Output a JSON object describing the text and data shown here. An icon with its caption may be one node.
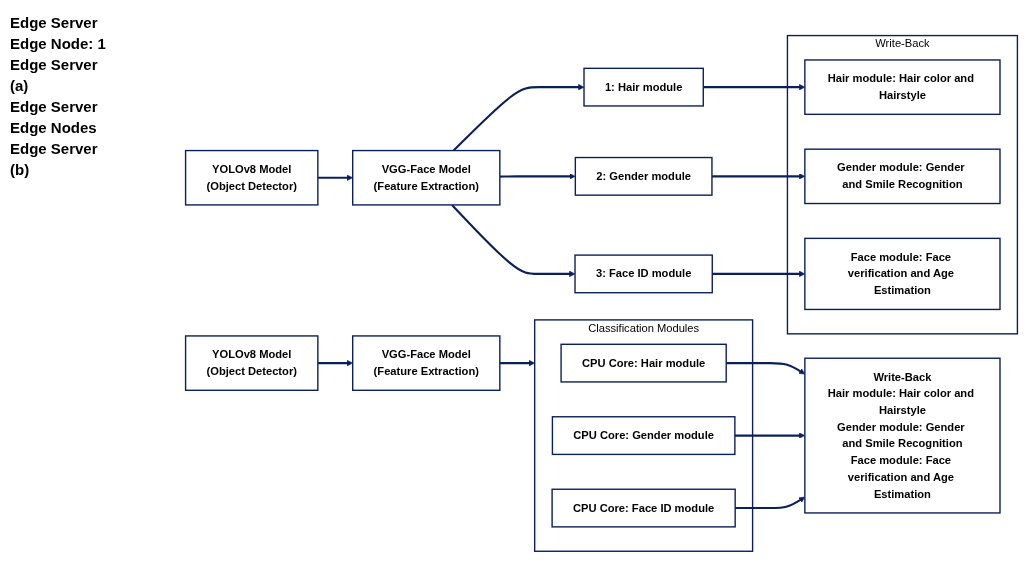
{
  "diagram": {
    "nodes": [
      {
        "text": [
          "YOLOv8 Model",
          "(Object Detector)"
        ]
      },
      {
        "text": [
          "VGG-Face Model",
          "(Feature Extraction)"
        ]
      },
      {
        "text": [
          "Classification Modules"
        ]
      },
      {
        "text": [
          "CPU Core: Hair module"
        ],
        "in": 2
      },
      {
        "text": [
          "CPU Core: Gender module"
        ],
        "in": 2
      },
      {
        "text": [
          "CPU Core: Face ID module"
        ],
        "in": 2
      },
      {
        "text": [
          "Write-Back",
          "**Hair module:** Hair color and Hairstyle",
          "**Gender module:** Gender and Smile Recognition",
          "**Face module:** Face verification and Age Estimation"
        ]
      },
      {
        "text": [
          "YOLOv8 Model",
          "(Object Detector)"
        ]
      },
      {
        "text": [
          "VGG-Face Model",
          "(Feature Extraction)"
        ]
      },
      {
        "text": [
          "**1:** Hair module"
        ]
      },
      {
        "text": [
          "**2:** Gender module"
        ]
      },
      {
        "text": [
          "**3:** Face ID module"
        ]
      },
      {
        "text": [
          "Write-Back"
        ]
      },
      {
        "text": [
          "**Hair module:** Hair color and Hairstyle"
        ],
        "in": 12
      },
      {
        "text": [
          "**Gender module:** Gender and Smile Recognition"
        ],
        "in": 12
      },
      {
        "text": [
          "**Face module:** Face verification and Age Estimation"
        ],
        "in": 12
      }
    ],
    "edges": [
      {
        "from": 0,
        "to": 1,
        "arrow": "to"
      },
      {
        "from": 1,
        "to": 2,
        "arrow": "to"
      },
      {
        "from": 3,
        "to": 6,
        "arrow": "to"
      },
      {
        "from": 4,
        "to": 6,
        "arrow": "to"
      },
      {
        "from": 5,
        "to": 6,
        "arrow": "to"
      },
      {
        "from": 7,
        "to": 8,
        "arrow": "to"
      },
      {
        "from": 8,
        "to": 9,
        "arrow": "to"
      },
      {
        "from": 8,
        "to": 10,
        "arrow": "to"
      },
      {
        "from": 8,
        "to": 11,
        "arrow": "to"
      },
      {
        "from": 9,
        "to": 13,
        "arrow": "to"
      },
      {
        "from": 10,
        "to": 14,
        "arrow": "to"
      },
      {
        "from": 11,
        "to": 15,
        "arrow": "to"
      }
    ],
    "labels": [
      "Edge Server",
      "Edge Node: 1",
      "Edge Server",
      "(a)",
      "Edge Server",
      "Edge Nodes",
      "Edge Server",
      "(b)"
    ]
  }
}
